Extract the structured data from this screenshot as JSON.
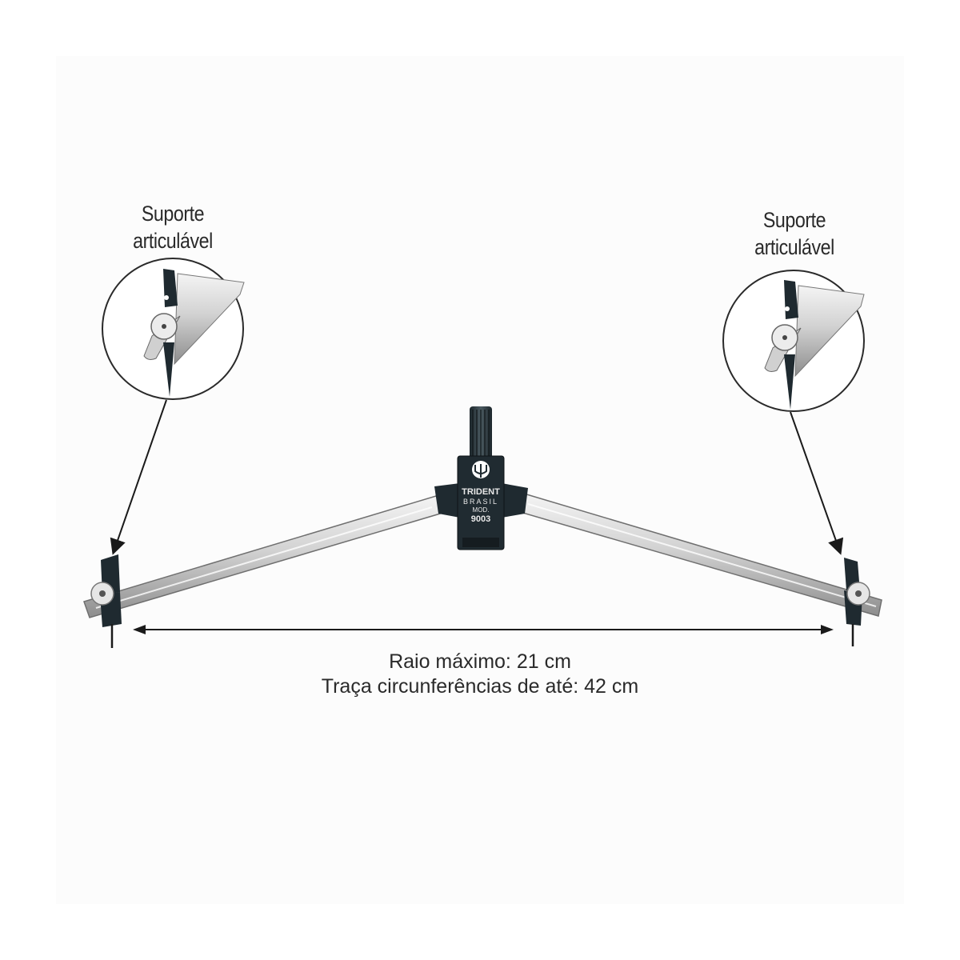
{
  "labels": {
    "left_line1": "Suporte",
    "left_line2": "articulável",
    "right_line1": "Suporte",
    "right_line2": "articulável"
  },
  "caption": {
    "line1": "Raio máximo: 21 cm",
    "line2": "Traça circunferências de até: 42 cm"
  },
  "product": {
    "brand": "TRIDENT",
    "country": "BRASIL",
    "model_label": "MOD.",
    "model_number": "9003"
  },
  "colors": {
    "ink": "#2a2a2a",
    "body": "#1f2a30",
    "metal": "#c9c9c9",
    "background": "#fcfcfc"
  }
}
